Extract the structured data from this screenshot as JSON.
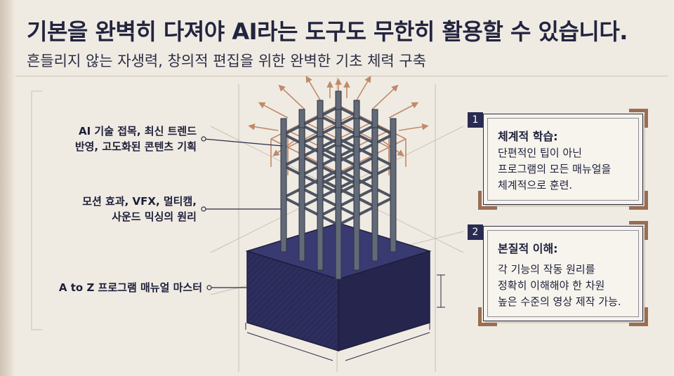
{
  "header": {
    "title": "기본을 완벽히 다져야 AI라는 도구도 무한히 활용할 수 있습니다.",
    "subtitle": "흔들리지 않는 자생력, 창의적 편집을 위한 완벽한 기초 체력 구축"
  },
  "labels": {
    "top": [
      "AI 기술 접목, 최신 트렌드",
      "반영, 고도화된 콘텐츠 기획"
    ],
    "middle": [
      "모션 효과, VFX, 멀티캠,",
      "사운드 믹싱의 원리"
    ],
    "bottom": "A to Z 프로그램 매뉴얼 마스터"
  },
  "cards": [
    {
      "number": "1",
      "title": "체계적 학습:",
      "lines": [
        "단편적인 팁이 아닌",
        "프로그램의 모든 매뉴얼을",
        "체계적으로 훈련."
      ]
    },
    {
      "number": "2",
      "title": "본질적 이해:",
      "lines": [
        "각 기능의 작동 원리를",
        "정확히 이해해야 한 차원",
        "높은 수준의 영상 제작 가능."
      ]
    }
  ],
  "colors": {
    "navy": "#2b2b5a",
    "steel": "#5f6572",
    "copper": "#c08a6a",
    "accent": "#9a6d52"
  }
}
